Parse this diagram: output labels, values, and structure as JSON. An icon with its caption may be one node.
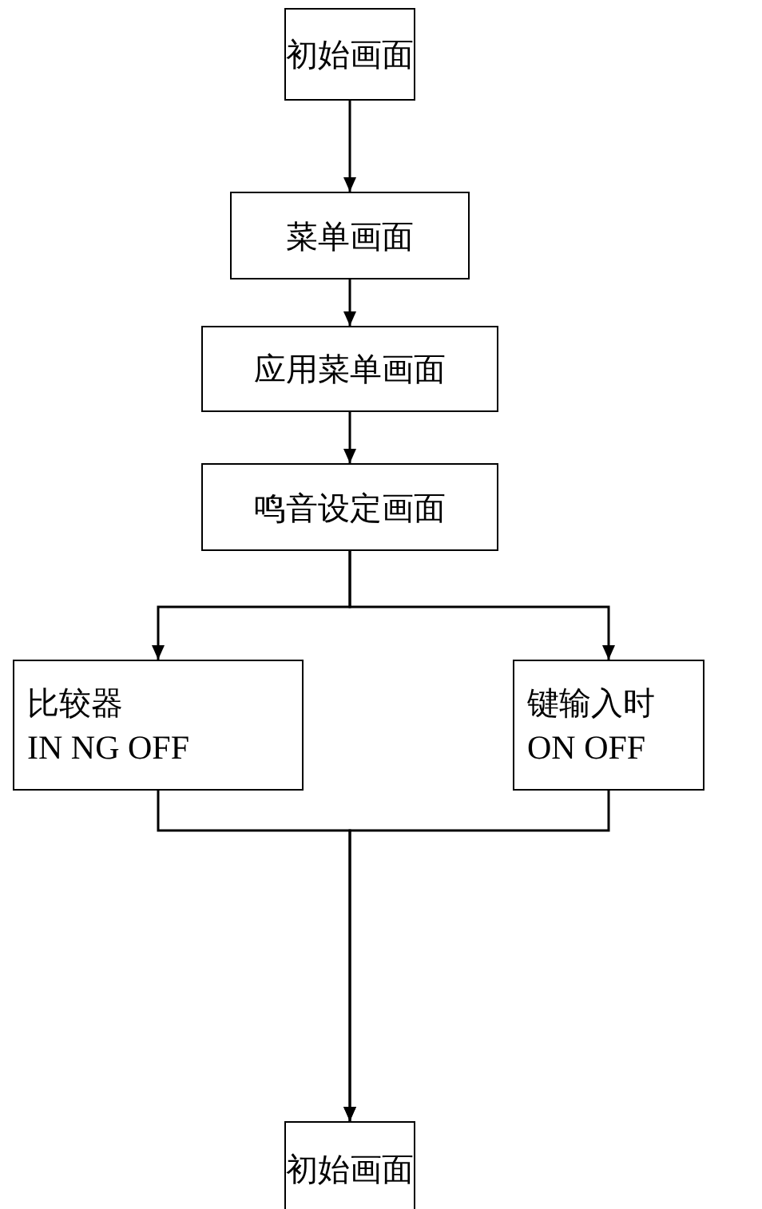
{
  "diagram": {
    "nodes": [
      {
        "text": [
          "初始画面"
        ]
      },
      {
        "text": [
          "菜单画面"
        ]
      },
      {
        "text": [
          "应用菜单画面"
        ]
      },
      {
        "text": [
          "鸣音设定画面"
        ]
      },
      {
        "text": [
          "比较器",
          "IN NG OFF"
        ]
      },
      {
        "text": [
          "键输入时",
          "ON OFF"
        ]
      },
      {
        "text": [
          "初始画面"
        ]
      }
    ],
    "edges": [
      {
        "from": 0,
        "to": 1,
        "arrow": "to"
      },
      {
        "from": 1,
        "to": 2,
        "arrow": "to"
      },
      {
        "from": 2,
        "to": 3,
        "arrow": "to"
      },
      {
        "from": 3,
        "to": 4,
        "arrow": "to"
      },
      {
        "from": 3,
        "to": 5,
        "arrow": "to"
      },
      {
        "from": 4,
        "to": 6,
        "arrow": "to"
      },
      {
        "from": 5,
        "to": 6,
        "arrow": "to"
      }
    ]
  }
}
